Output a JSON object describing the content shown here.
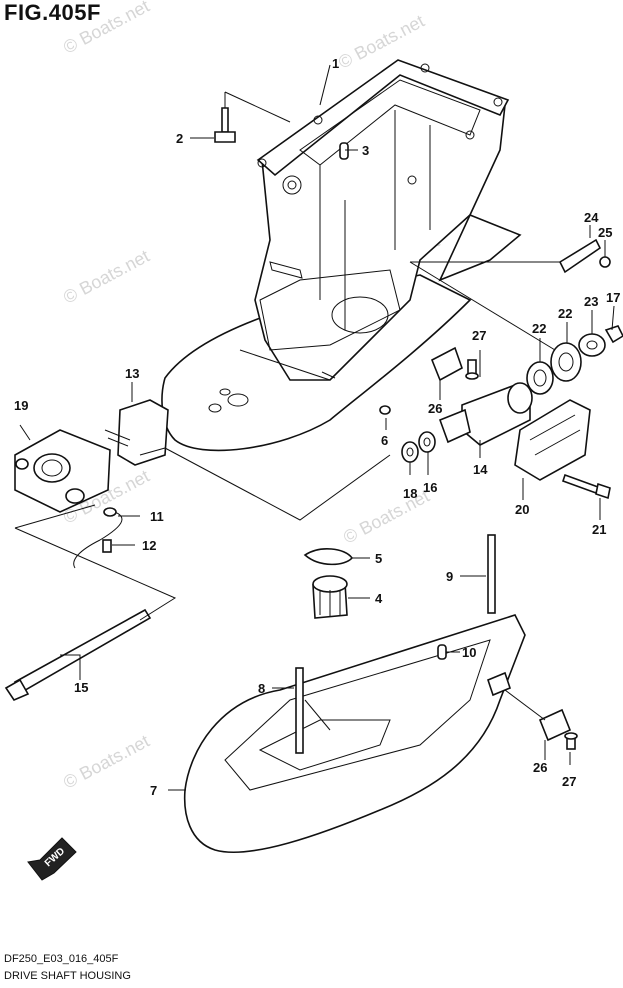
{
  "title": "FIG.405F",
  "footer_code": "DF250_E03_016_405F",
  "footer_name": "DRIVE SHAFT HOUSING",
  "watermark": "© Boats.net",
  "fwd_label": "FWD",
  "callouts": [
    {
      "id": "c1",
      "label": "1"
    },
    {
      "id": "c2",
      "label": "2"
    },
    {
      "id": "c3",
      "label": "3"
    },
    {
      "id": "c24",
      "label": "24"
    },
    {
      "id": "c25",
      "label": "25"
    },
    {
      "id": "c22a",
      "label": "22"
    },
    {
      "id": "c22b",
      "label": "22"
    },
    {
      "id": "c23",
      "label": "23"
    },
    {
      "id": "c17",
      "label": "17"
    },
    {
      "id": "c27a",
      "label": "27"
    },
    {
      "id": "c13",
      "label": "13"
    },
    {
      "id": "c19",
      "label": "19"
    },
    {
      "id": "c26a",
      "label": "26"
    },
    {
      "id": "c6",
      "label": "6"
    },
    {
      "id": "c18",
      "label": "18"
    },
    {
      "id": "c16",
      "label": "16"
    },
    {
      "id": "c14",
      "label": "14"
    },
    {
      "id": "c20",
      "label": "20"
    },
    {
      "id": "c21",
      "label": "21"
    },
    {
      "id": "c11",
      "label": "11"
    },
    {
      "id": "c12",
      "label": "12"
    },
    {
      "id": "c5",
      "label": "5"
    },
    {
      "id": "c4",
      "label": "4"
    },
    {
      "id": "c9",
      "label": "9"
    },
    {
      "id": "c10",
      "label": "10"
    },
    {
      "id": "c15",
      "label": "15"
    },
    {
      "id": "c8",
      "label": "8"
    },
    {
      "id": "c7",
      "label": "7"
    },
    {
      "id": "c26b",
      "label": "26"
    },
    {
      "id": "c27b",
      "label": "27"
    }
  ]
}
